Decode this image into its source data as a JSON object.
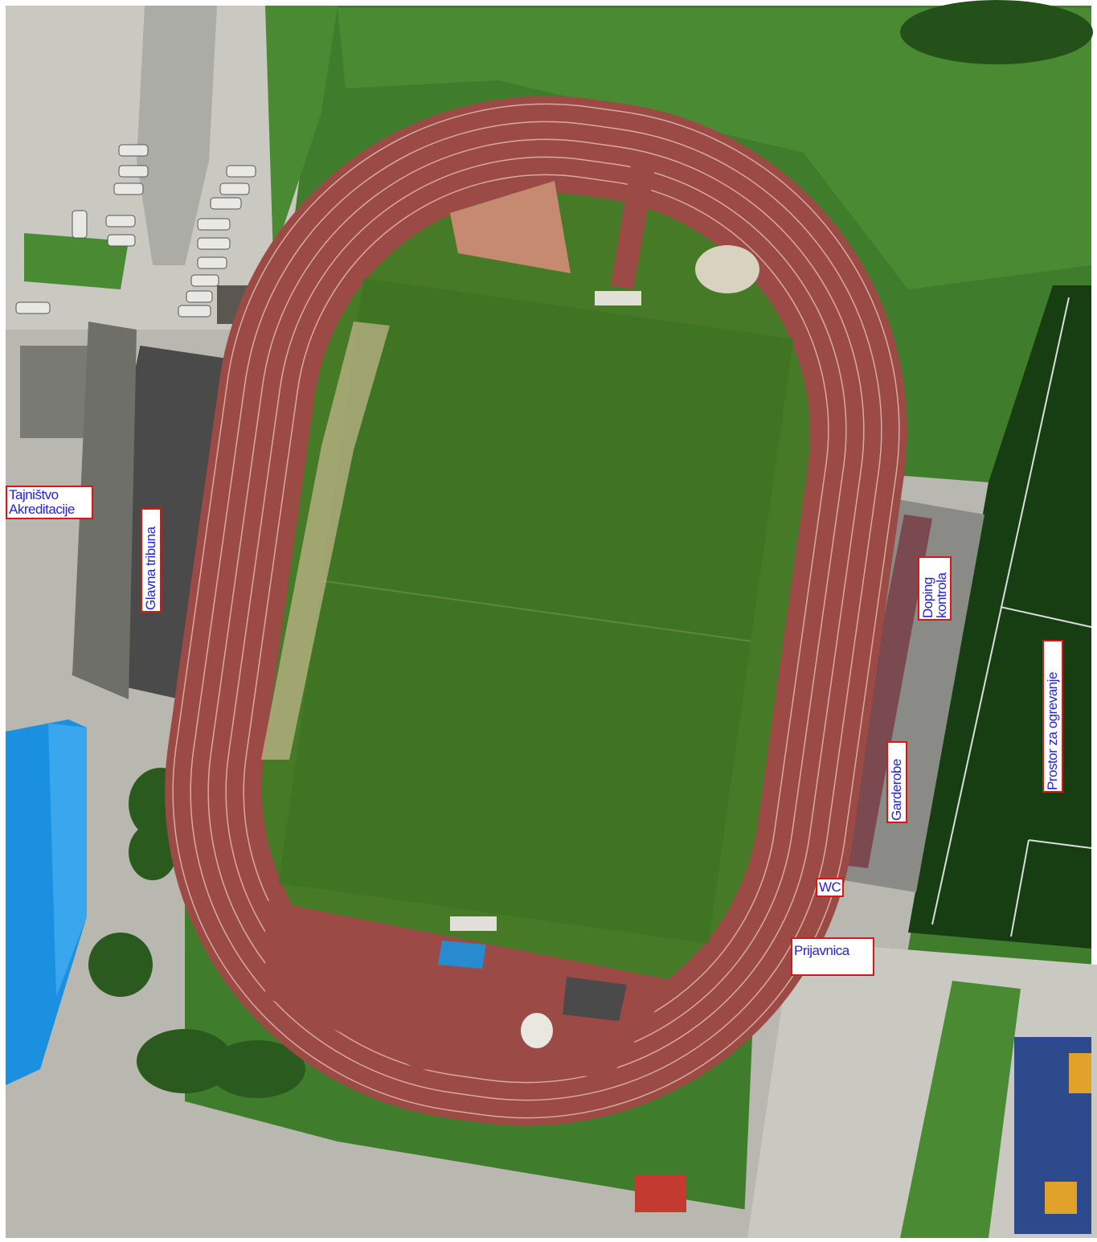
{
  "map": {
    "colors": {
      "grass": "#3f7d2c",
      "field": "#467a26",
      "track": "#9b4a45",
      "lane_line": "#d9a9a2",
      "roof_dark": "#4a4a4a",
      "paving": "#b8b8b0",
      "parking": "#c9c9c2",
      "turf": "#173d12",
      "court_blue": "#2d4a8c",
      "building_blue": "#1b8fe0",
      "label_border": "#d81818",
      "label_text": "#2424d8"
    },
    "labels": {
      "tajnistvo_1": "Tajništvo",
      "tajnistvo_2": "Akreditacije",
      "glavna_tribuna": "Glavna tribuna",
      "doping_1": "Doping",
      "doping_2": "kontrola",
      "prostor": "Prostor za ogrevanje",
      "garderobe": "Garderobe",
      "wc": "WC",
      "prijavnica": "Prijavnica"
    }
  }
}
